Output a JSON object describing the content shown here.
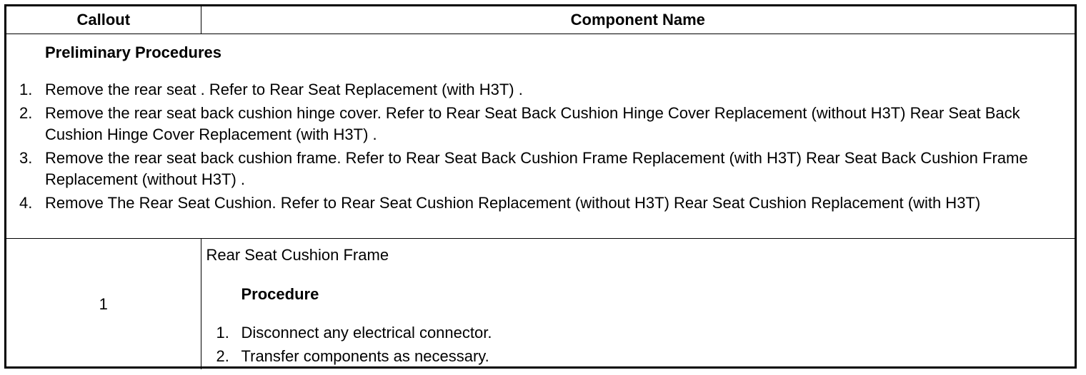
{
  "table": {
    "headers": {
      "callout": "Callout",
      "component_name": "Component Name"
    },
    "preliminary": {
      "title": "Preliminary Procedures",
      "steps": [
        {
          "num": "1.",
          "text": "Remove the rear seat . Refer to Rear Seat Replacement (with H3T) ."
        },
        {
          "num": "2.",
          "text": "Remove the rear seat back cushion hinge cover. Refer to Rear Seat Back Cushion Hinge Cover Replacement (without H3T) Rear Seat Back Cushion Hinge Cover Replacement (with H3T) ."
        },
        {
          "num": "3.",
          "text": "Remove the rear seat back cushion frame. Refer to Rear Seat Back Cushion Frame Replacement (with H3T) Rear Seat Back Cushion Frame Replacement (without H3T) ."
        },
        {
          "num": "4.",
          "text": "Remove The Rear Seat Cushion. Refer to Rear Seat Cushion Replacement (without H3T) Rear Seat Cushion Replacement (with H3T)"
        }
      ]
    },
    "rows": [
      {
        "callout": "1",
        "component_name": "Rear Seat Cushion Frame",
        "procedure_title": "Procedure",
        "procedure_steps": [
          {
            "num": "1.",
            "text": "Disconnect any electrical connector."
          },
          {
            "num": "2.",
            "text": "Transfer components as necessary."
          }
        ]
      }
    ]
  }
}
